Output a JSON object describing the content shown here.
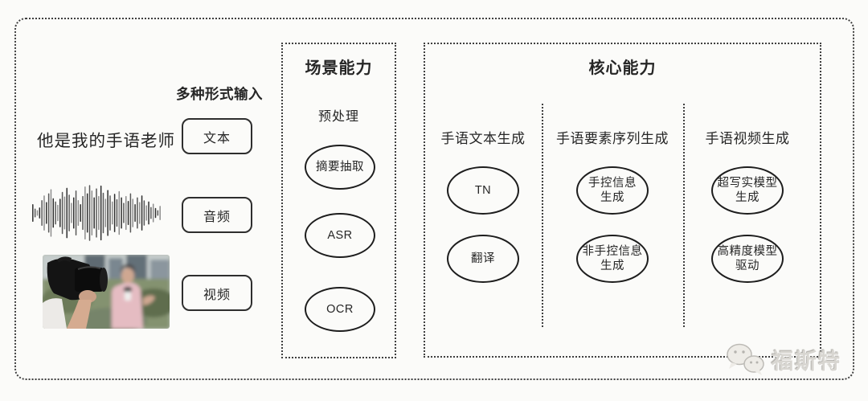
{
  "colors": {
    "ink": "#262626",
    "border": "#2e2e2e",
    "dotted_frame": "#3f3f3f",
    "background": "#fbfbf9",
    "watermark": "#d8d6d1"
  },
  "input_section": {
    "title": "多种形式输入",
    "sample_text": "他是我的手语老师",
    "items": [
      {
        "label": "文本"
      },
      {
        "label": "音频"
      },
      {
        "label": "视频"
      }
    ],
    "media": {
      "waveform_icon": "audio-waveform",
      "photo_icon": "camera-filming-reporter-photo"
    }
  },
  "scene_box": {
    "title": "场景能力",
    "subtitle": "预处理",
    "nodes": [
      "摘要抽取",
      "ASR",
      "OCR"
    ]
  },
  "core_box": {
    "title": "核心能力",
    "columns": [
      {
        "header": "手语文本生成",
        "nodes": [
          "TN",
          "翻译"
        ]
      },
      {
        "header": "手语要素序列生成",
        "nodes": [
          "手控信息\n生成",
          "非手控信息\n生成"
        ]
      },
      {
        "header": "手语视频生成",
        "nodes": [
          "超写实模型\n生成",
          "高精度模型\n驱动"
        ]
      }
    ]
  },
  "watermark": {
    "icon": "wechat-icon",
    "text": "福斯特"
  }
}
